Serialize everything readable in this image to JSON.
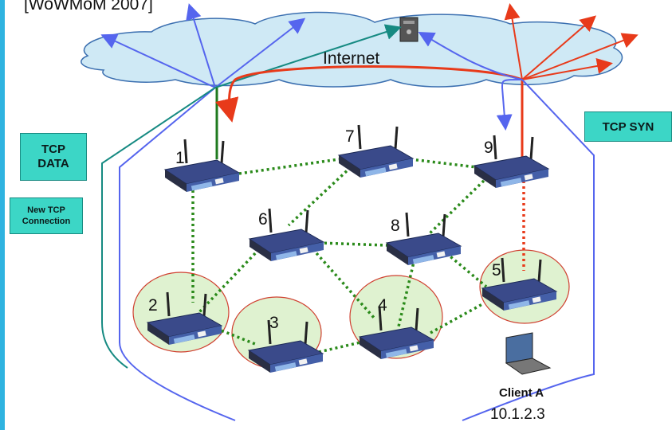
{
  "citation": "[WoWMoM 2007]",
  "internet_label": "Internet",
  "labels": {
    "tcp_data": "TCP\nDATA",
    "new_tcp": "New TCP\nConnection",
    "tcp_syn": "TCP SYN"
  },
  "nodes": [
    {
      "id": "1"
    },
    {
      "id": "2"
    },
    {
      "id": "3"
    },
    {
      "id": "4"
    },
    {
      "id": "5"
    },
    {
      "id": "6"
    },
    {
      "id": "7"
    },
    {
      "id": "8"
    },
    {
      "id": "9"
    }
  ],
  "client": {
    "name": "Client A",
    "ip": "10.1.2.3"
  },
  "colors": {
    "cloud_fill": "#cfe9f5",
    "cloud_stroke": "#3b6fb0",
    "mesh_link": "#2a8a1a",
    "blue_path": "#5565ee",
    "red_path": "#e83a1a",
    "teal_path": "#168a82",
    "green_uplink": "#1f7a1f",
    "node_circle_fill": "#dff2d0",
    "node_circle_stroke": "#d04030",
    "label_box_fill": "#3cd6c6"
  }
}
